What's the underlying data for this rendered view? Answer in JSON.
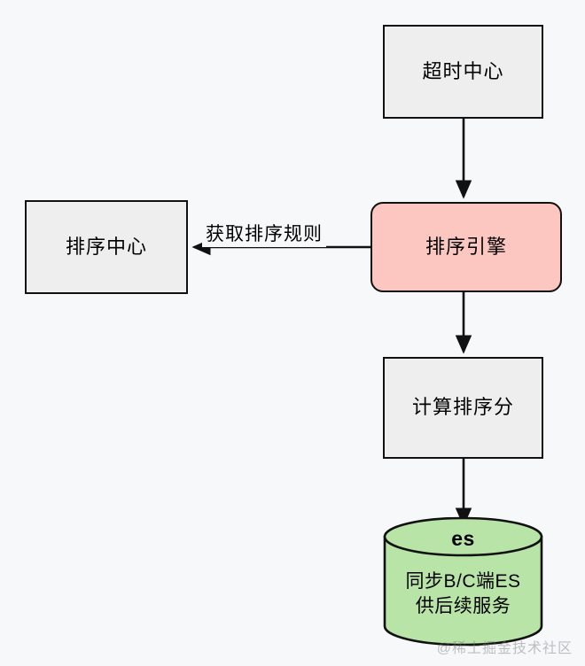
{
  "diagram": {
    "background_color": "#f7f8fa",
    "nodes": [
      {
        "id": "timeout-center",
        "label": "超时中心",
        "shape": "rectangle",
        "fill": "#eeeeee",
        "stroke": "#111111"
      },
      {
        "id": "sort-engine",
        "label": "排序引擎",
        "shape": "rounded-rectangle",
        "fill": "#fcc7c0",
        "stroke": "#111111"
      },
      {
        "id": "sort-center",
        "label": "排序中心",
        "shape": "rectangle",
        "fill": "#eeeeee",
        "stroke": "#111111"
      },
      {
        "id": "calc-score",
        "label": "计算排序分",
        "shape": "rectangle",
        "fill": "#eeeeee",
        "stroke": "#111111"
      },
      {
        "id": "es-store",
        "label_top": "es",
        "label_body": "同步B/C端ES\n供后续服务",
        "shape": "cylinder",
        "fill": "#b9e4a7",
        "stroke": "#111111"
      }
    ],
    "edges": [
      {
        "id": "timeout-to-engine",
        "from": "timeout-center",
        "to": "sort-engine",
        "label": ""
      },
      {
        "id": "engine-to-center",
        "from": "sort-engine",
        "to": "sort-center",
        "label": "获取排序规则"
      },
      {
        "id": "engine-to-calc",
        "from": "sort-engine",
        "to": "calc-score",
        "label": ""
      },
      {
        "id": "calc-to-es",
        "from": "calc-score",
        "to": "es-store",
        "label": ""
      }
    ],
    "watermark": "@稀土掘金技术社区"
  }
}
